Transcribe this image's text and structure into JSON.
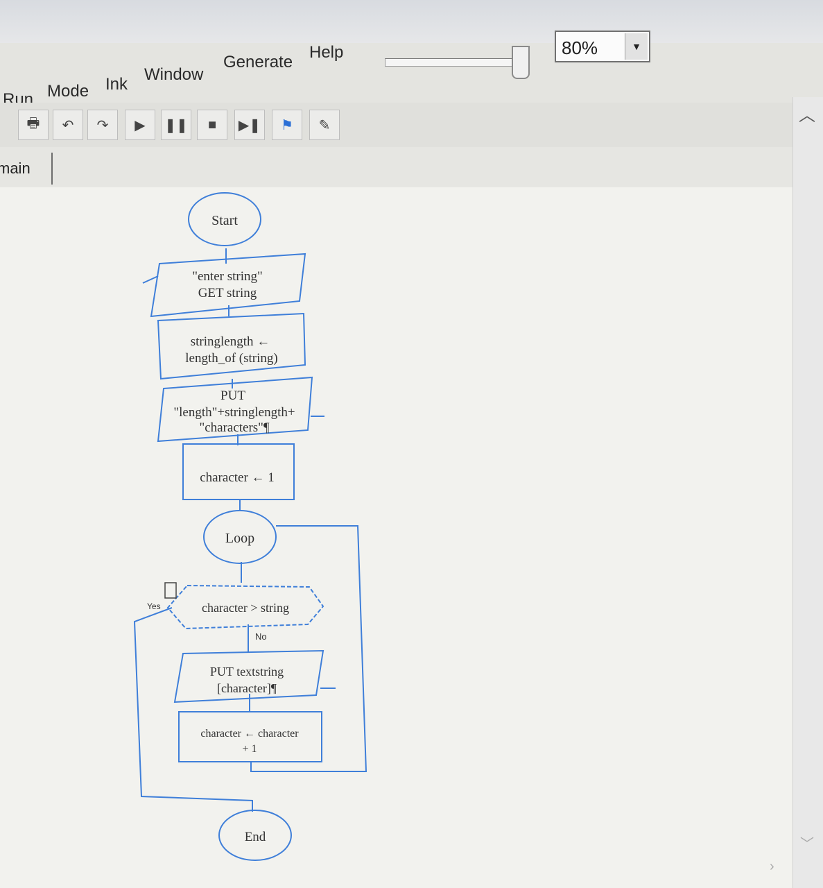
{
  "menu": {
    "items": [
      "Run",
      "Mode",
      "Ink",
      "Window",
      "Generate",
      "Help"
    ]
  },
  "zoom": {
    "value": "80%"
  },
  "tab": {
    "label": "main"
  },
  "toolbar": {
    "buttons": [
      "print-icon",
      "undo-icon",
      "redo-icon",
      "play-icon",
      "pause-icon",
      "stop-icon",
      "step-icon",
      "execute-icon",
      "pen-icon"
    ]
  },
  "flowchart": {
    "start": "Start",
    "input_line1": "\"enter string\"",
    "input_line2": "GET string",
    "assign1_line1": "stringlength ←",
    "assign1_line2": "length_of (string)",
    "output1_line1": "PUT",
    "output1_line2": "\"length\"+stringlength+",
    "output1_line3": "\"characters\"¶",
    "assign2": "character ← 1",
    "loop": "Loop",
    "condition": "character > string",
    "yes": "Yes",
    "no": "No",
    "output2_line1": "PUT textstring",
    "output2_line2": "[character]¶",
    "assign3_line1": "character ← character",
    "assign3_line2": "+ 1",
    "end": "End"
  },
  "colors": {
    "flow_line": "#3f7fd9",
    "background": "#f2f2ee"
  }
}
